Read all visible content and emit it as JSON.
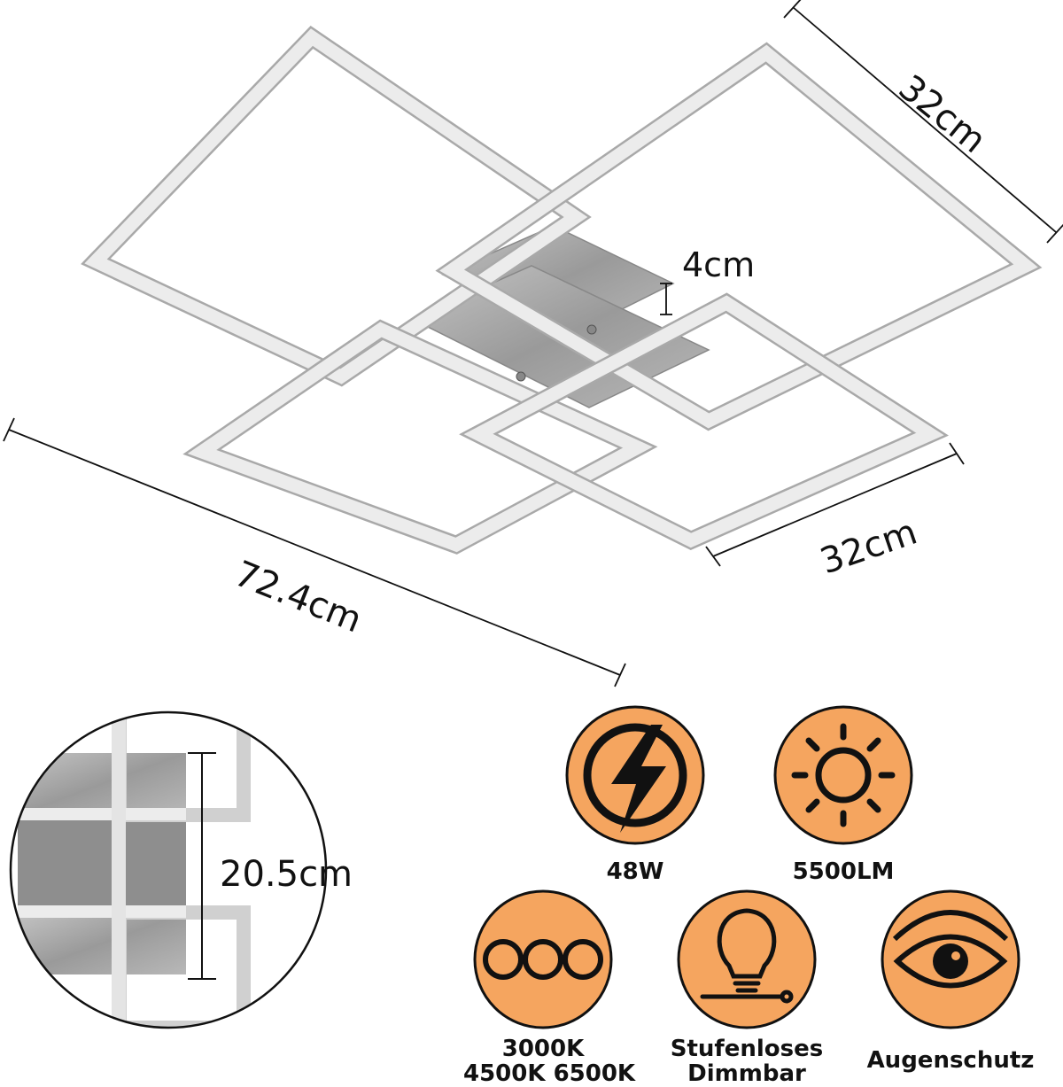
{
  "dimensions": {
    "width_right": "32cm",
    "height_right": "32cm",
    "depth": "4cm",
    "total_width": "72.4cm",
    "detail_height": "20.5cm"
  },
  "features": [
    {
      "icon": "lightning-icon",
      "label_lines": [
        "48W"
      ]
    },
    {
      "icon": "sun-icon",
      "label_lines": [
        "5500LM"
      ]
    },
    {
      "icon": "color-temperature-icon",
      "label_lines": [
        "3000K",
        "4500K 6500K"
      ]
    },
    {
      "icon": "dimmable-bulb-icon",
      "label_lines": [
        "Stufenloses",
        "Dimmbar"
      ]
    },
    {
      "icon": "eye-icon",
      "label_lines": [
        "Augenschutz"
      ]
    }
  ],
  "colors": {
    "badge_fill": "#f5a55f",
    "badge_stroke": "#111111",
    "frame": "#e8e8e8",
    "frame_edge": "#a9a9a9",
    "base_plate": "#a6a6a6"
  }
}
